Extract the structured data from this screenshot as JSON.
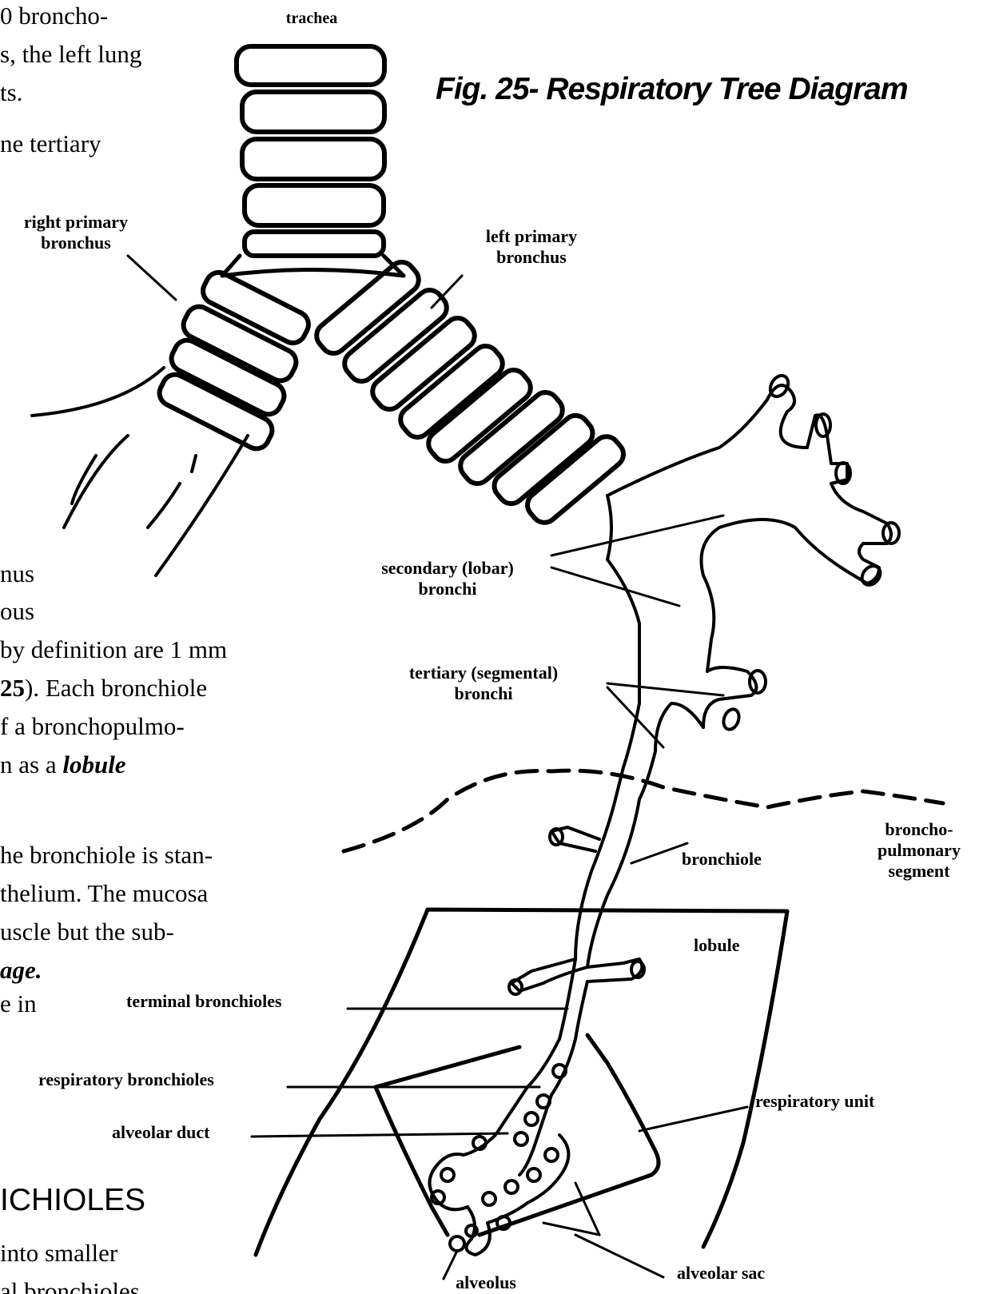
{
  "figure": {
    "title": "Fig. 25- Respiratory Tree Diagram"
  },
  "text_fragments": {
    "top_lines": [
      "0 broncho-",
      "s, the left lung",
      "ts.",
      "ne tertiary"
    ],
    "middle_lines": [
      "nus",
      "ous"
    ],
    "para2_l1_a": "by definition are 1 mm",
    "para2_l2_a": "25",
    "para2_l2_b": "). Each bronchiole",
    "para2_l3": "f a bronchopulmo-",
    "para2_l4_a": "n as a ",
    "para2_l4_b": "lobule",
    "para3_lines": [
      "he bronchiole is stan-",
      "thelium. The mucosa",
      "uscle but the sub-"
    ],
    "para3_l4": "age.",
    "para3_l5": "e in",
    "bottom_lines": [
      "into smaller",
      "al bronchioles."
    ]
  },
  "section_heading": "ICHIOLES",
  "labels": {
    "trachea": "trachea",
    "right_primary_bronchus": "right primary\nbronchus",
    "left_primary_bronchus": "left primary\nbronchus",
    "secondary_bronchi": "secondary (lobar)\nbronchi",
    "tertiary_bronchi": "tertiary (segmental)\nbronchi",
    "bronchiole": "bronchiole",
    "bronchopulmonary_segment": "broncho-\npulmonary\nsegment",
    "lobule": "lobule",
    "terminal_bronchioles": "terminal bronchioles",
    "respiratory_bronchioles": "respiratory bronchioles",
    "alveolar_duct": "alveolar duct",
    "respiratory_unit": "respiratory unit",
    "alveolus": "alveolus",
    "alveolar_sac": "alveolar sac"
  }
}
